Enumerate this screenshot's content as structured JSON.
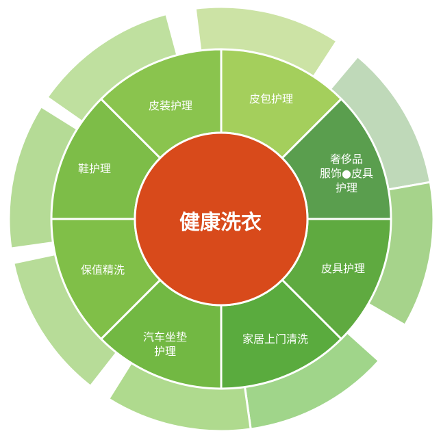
{
  "center": {
    "label": "健康洗衣",
    "color": "#D84A1B"
  },
  "segments": [
    {
      "label": "皮包护理",
      "inner_color": "#A4CF5C",
      "outer_color": "#CCE3A5"
    },
    {
      "label": "奢侈品\n服饰●皮具\n护理",
      "inner_color": "#5A9E4E",
      "outer_color": "#BFD9B9"
    },
    {
      "label": "皮具护理",
      "inner_color": "#5FAA40",
      "outer_color": "#A6D38B"
    },
    {
      "label": "家居上门清洗",
      "inner_color": "#5AAB3E",
      "outer_color": "#A0D58A"
    },
    {
      "label": "汽车坐垫\n护理",
      "inner_color": "#72B843",
      "outer_color": "#AFDA8E"
    },
    {
      "label": "保值精洗",
      "inner_color": "#80BF48",
      "outer_color": "#B7DC98"
    },
    {
      "label": "鞋护理",
      "inner_color": "#7DBD48",
      "outer_color": "#B5DB96"
    },
    {
      "label": "皮装护理",
      "inner_color": "#8AC44E",
      "outer_color": "#BFE09F"
    }
  ]
}
